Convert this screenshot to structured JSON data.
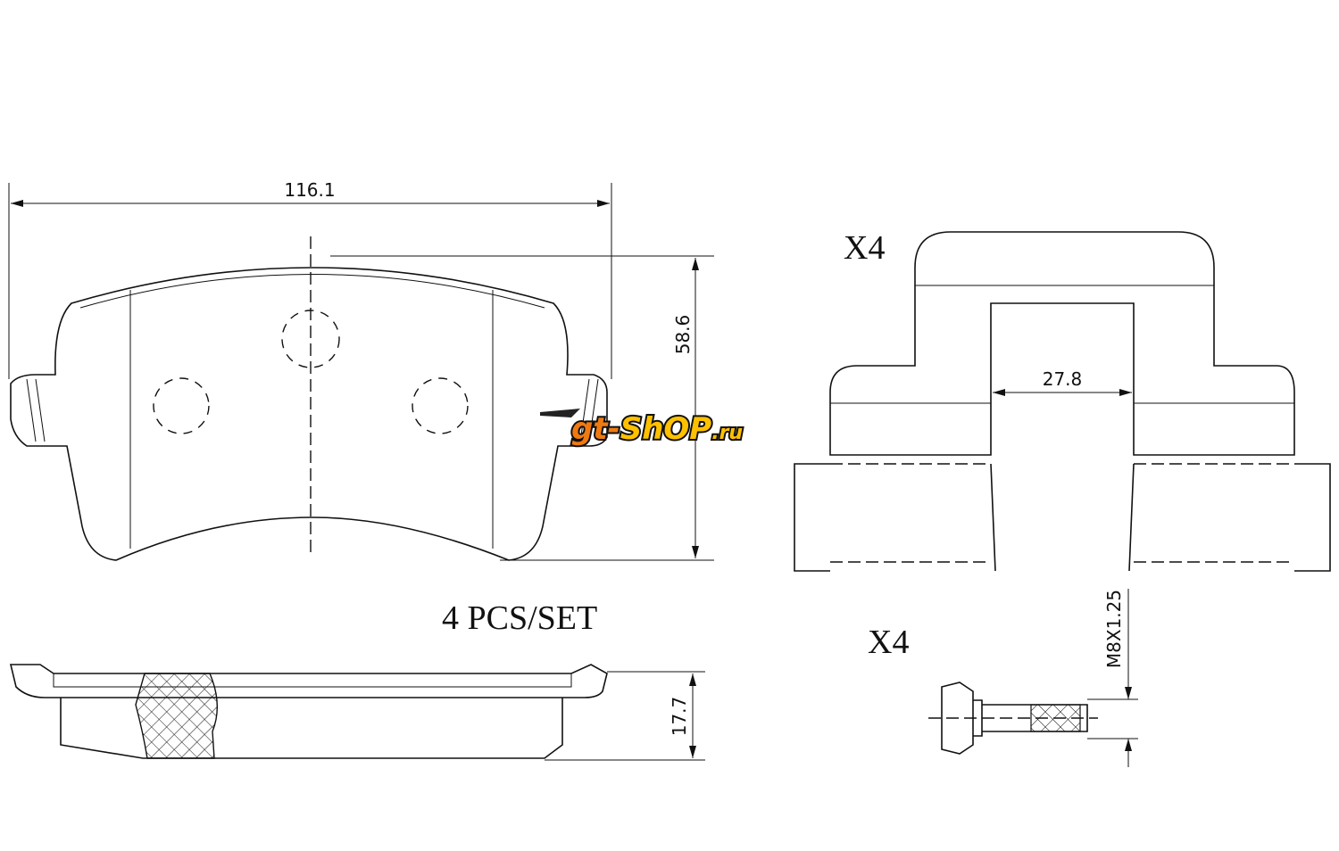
{
  "dimensions": {
    "width": "116.1",
    "height": "58.6",
    "clip_gap": "27.8",
    "thickness": "17.7",
    "thread": "M8X1.25"
  },
  "labels": {
    "clip_qty": "X4",
    "bolt_qty": "X4",
    "pad_qty": "4  PCS/SET"
  },
  "watermark": {
    "text_a": "gt-",
    "text_b": "ShOP",
    "text_c": ".ru",
    "color_a": "#f07a10",
    "color_b": "#ffc000"
  }
}
